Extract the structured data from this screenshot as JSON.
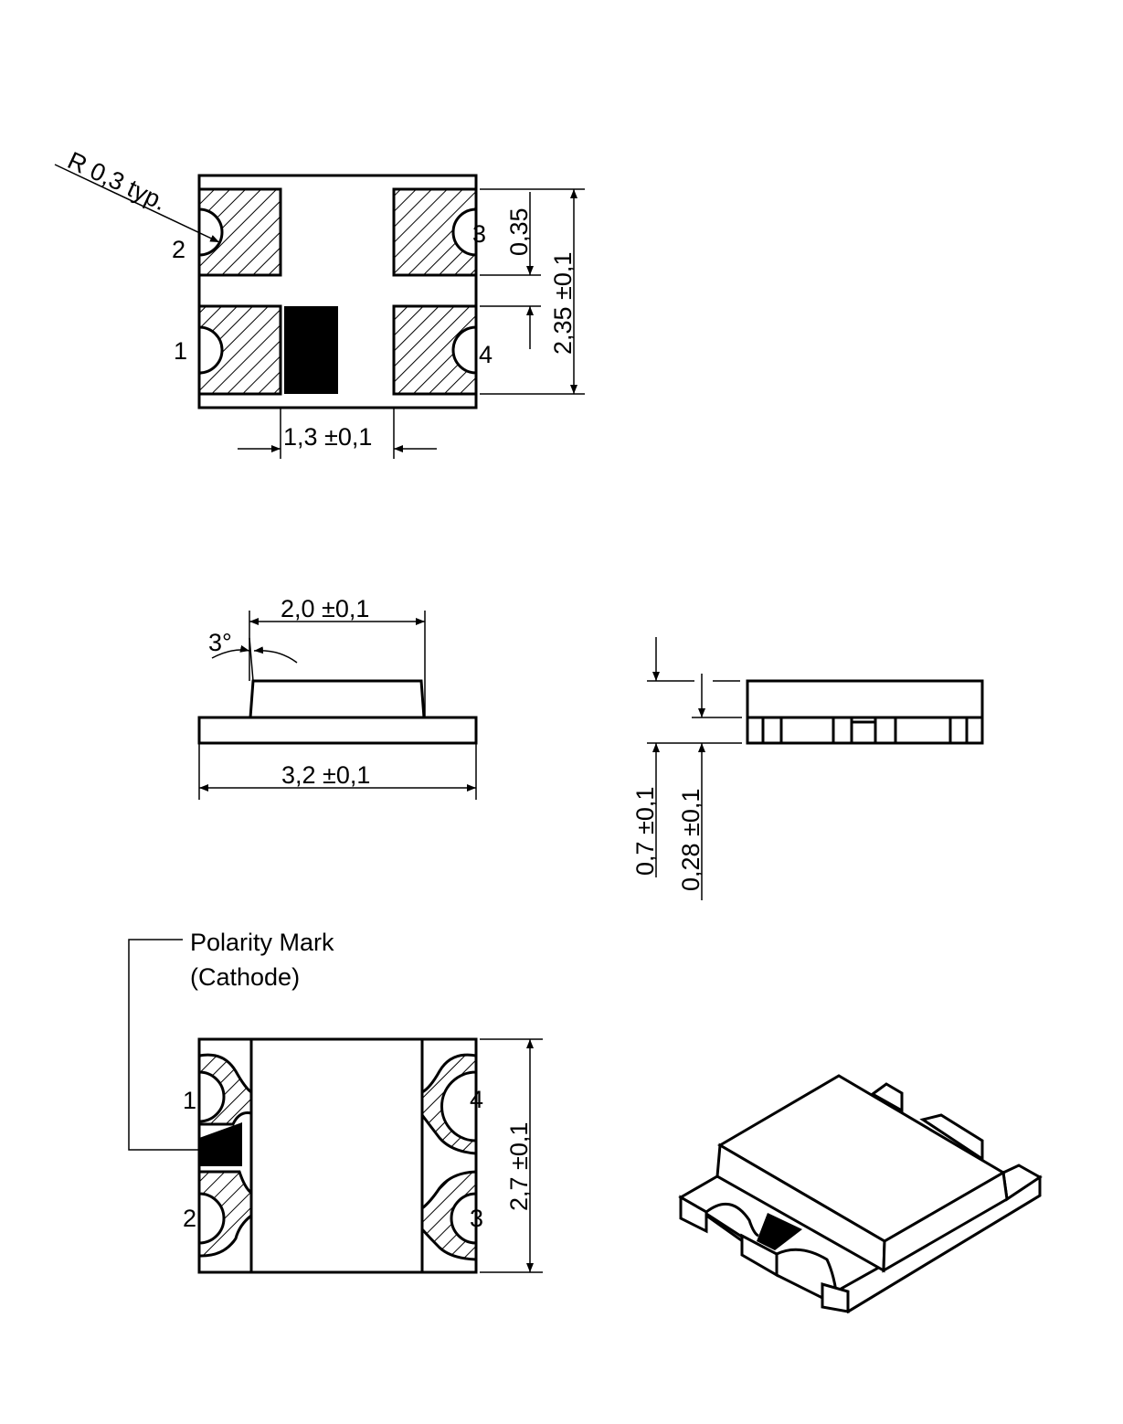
{
  "top_view": {
    "radius_label": "R 0,3  typ.",
    "pins": {
      "p1": "1",
      "p2": "2",
      "p3": "3",
      "p4": "4"
    },
    "dim_gap": "0,35",
    "dim_height": "2,35  ±0,1",
    "dim_width": "1,3  ±0,1"
  },
  "side_view": {
    "dim_lens": "2,0  ±0,1",
    "draft_angle": "3°",
    "dim_length": "3,2  ±0,1"
  },
  "end_view": {
    "dim_total": "0,7  ±0,1",
    "dim_base": "0,28  ±0,1"
  },
  "bottom_view": {
    "polarity_line1": "Polarity Mark",
    "polarity_line2": "(Cathode)",
    "pins": {
      "p1": "1",
      "p2": "2",
      "p3": "3",
      "p4": "4"
    },
    "dim_height": "2,7  ±0,1"
  },
  "colors": {
    "line": "#000000",
    "background": "#ffffff"
  }
}
